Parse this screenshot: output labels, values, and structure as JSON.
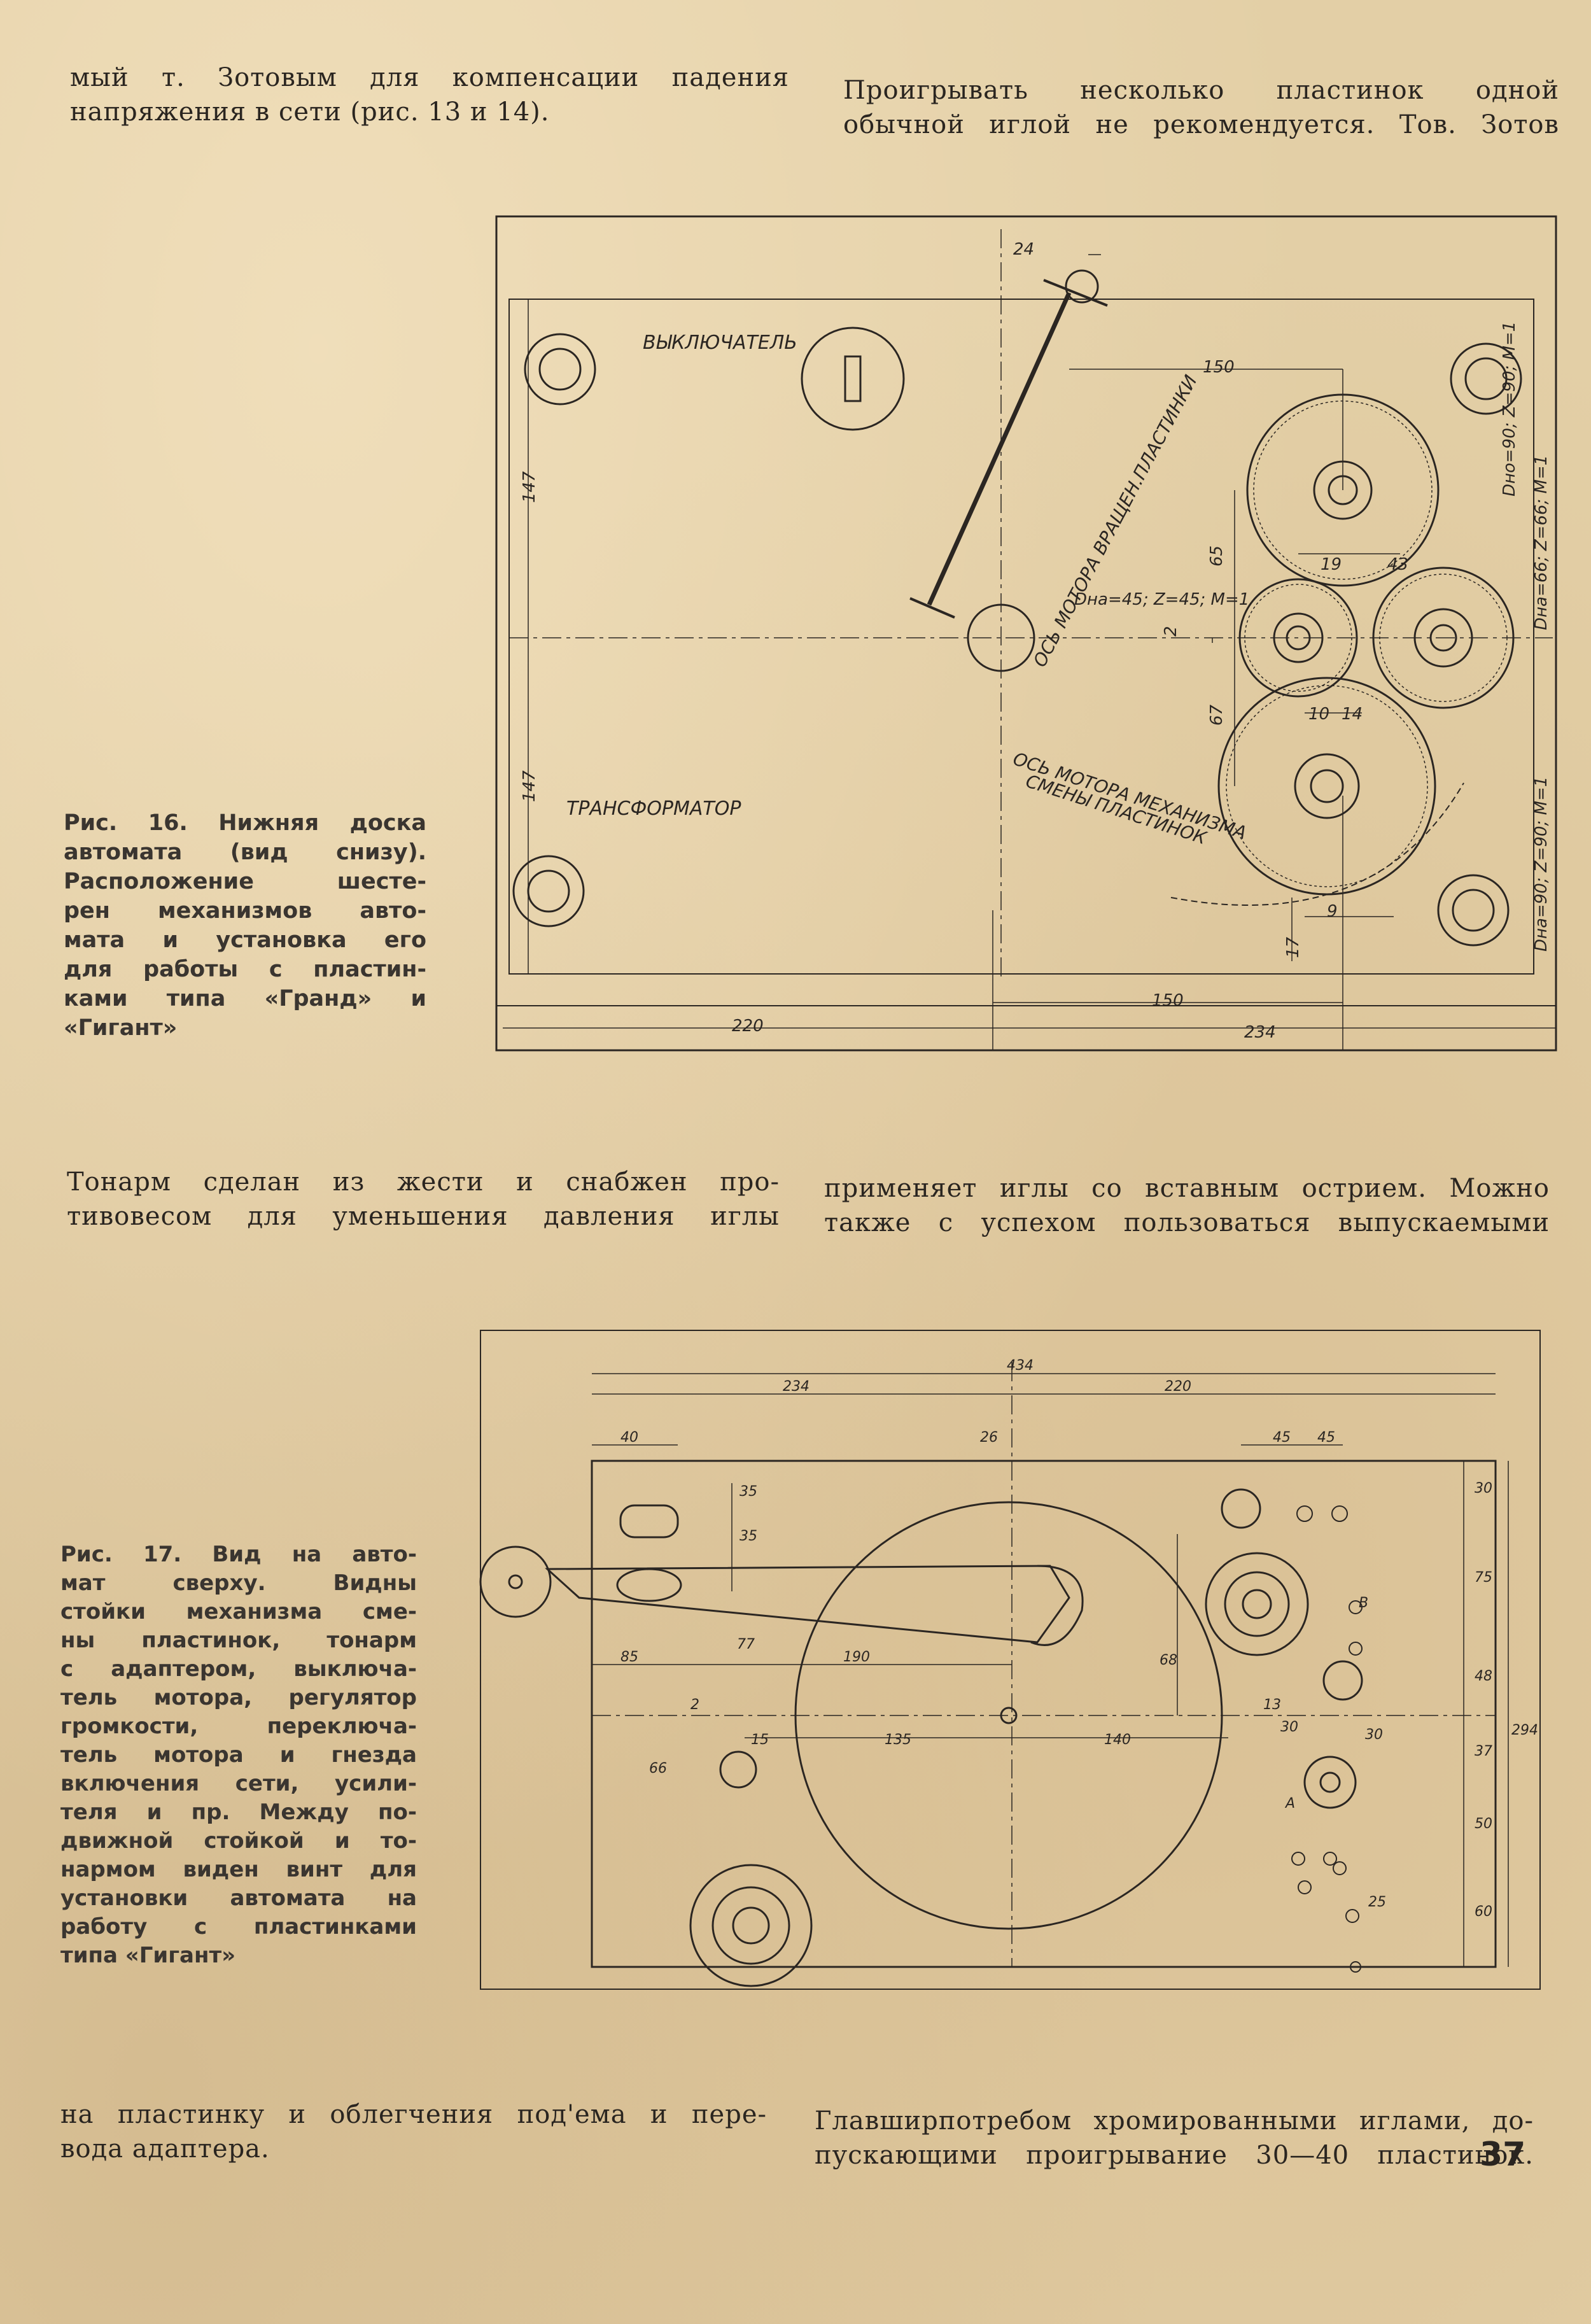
{
  "page": {
    "number": "37",
    "top_left": [
      "мый т. Зотовым для компенсации падения",
      "напряжения в сети (рис. 13 и 14)."
    ],
    "top_right": [
      "Проигрывать несколько пластинок одной",
      "обычной иглой не рекомендуется. Тов. Зотов"
    ],
    "mid_left": [
      "Тонарм сделан из жести и снабжен про-",
      "тивовесом для уменьшения давления иглы"
    ],
    "mid_right": [
      "применяет иглы со вставным острием. Можно",
      "также с успехом пользоваться выпускаемыми"
    ],
    "bottom_left": [
      "на пластинку и облегчения под'ема и пере-",
      "вода адаптера."
    ],
    "bottom_right": [
      "Главширпотребом хромированными иглами, до-",
      "пускающими проигрывание 30—40 пластинок."
    ]
  },
  "fig16": {
    "caption": [
      "Рис. 16. Нижняя доска",
      "автомата (вид снизу).",
      "Расположение шесте-",
      "рен механизмов авто-",
      "мата и установка его",
      "для работы с пластин-",
      "ками типа «Гранд» и",
      "«Гигант»"
    ],
    "labels": {
      "switch": "ВЫКЛЮЧАТЕЛЬ",
      "transformer": "ТРАНСФОРМАТОР",
      "motor_axis_rotation": "ОСЬ МОТОРА ВРАЩЕН.ПЛАСТИНКИ",
      "motor_axis_change_1": "ОСЬ МОТОРА МЕХАНИЗМА",
      "motor_axis_change_2": "СМЕНЫ ПЛАСТИНОК",
      "gear_small": "Dнa=45; Z=45; M=1",
      "gear_top_1": "Dнo=90; Z=90; M=1",
      "gear_top_2": "Dнa=66; Z=66; M=1",
      "gear_bottom": "Dнa=90; Z=90; M=1"
    },
    "dims": {
      "d24": "24",
      "d150_top": "150",
      "d147_a": "147",
      "d147_b": "147",
      "d65": "65",
      "d2": "2",
      "d67": "67",
      "d19": "19",
      "d43": "43",
      "d10": "10",
      "d14": "14",
      "d9": "9",
      "d17": "17",
      "d150_bottom": "150",
      "d220": "220",
      "d234": "234"
    }
  },
  "fig17": {
    "caption": [
      "Рис. 17. Вид на авто-",
      "мат сверху. Видны",
      "стойки механизма сме-",
      "ны пластинок, тонарм",
      "с адаптером, выключа-",
      "тель мотора, регулятор",
      "громкости, переключа-",
      "тель мотора и гнезда",
      "включения сети, усили-",
      "теля и пр. Между по-",
      "движной стойкой и то-",
      "нармом виден винт для",
      "установки автомата на",
      "работу с пластинками",
      "типа «Гигант»"
    ],
    "dims": {
      "d434": "434",
      "d234": "234",
      "d220": "220",
      "d40": "40",
      "d26": "26",
      "d45a": "45",
      "d45b": "45",
      "d35a": "35",
      "d35b": "35",
      "d30": "30",
      "d75": "75",
      "d48": "48",
      "d37": "37",
      "d50": "50",
      "d60": "60",
      "d294": "294",
      "d85": "85",
      "d77": "77",
      "d190": "190",
      "d68": "68",
      "d135": "135",
      "d140": "140",
      "d2": "2",
      "d15": "15",
      "d13": "13",
      "d30b": "30",
      "d30c": "30",
      "d25": "25",
      "d66": "66",
      "b": "В",
      "a": "А"
    }
  }
}
